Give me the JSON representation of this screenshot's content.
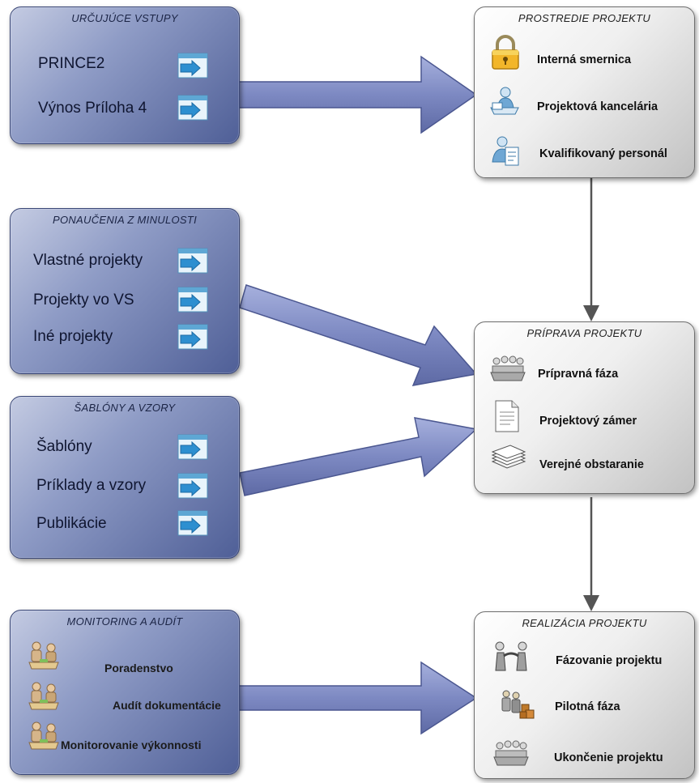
{
  "inputs": {
    "title": "URČUJÚCE VSTUPY",
    "items": [
      {
        "label": "PRINCE2",
        "icon": "link-arrow-icon"
      },
      {
        "label": "Výnos Príloha 4",
        "icon": "link-arrow-icon"
      }
    ]
  },
  "lessons": {
    "title": "PONAUČENIA Z MINULOSTI",
    "items": [
      {
        "label": "Vlastné projekty",
        "icon": "link-arrow-icon"
      },
      {
        "label": "Projekty vo VS",
        "icon": "link-arrow-icon"
      },
      {
        "label": "Iné projekty",
        "icon": "link-arrow-icon"
      }
    ]
  },
  "templates": {
    "title": "ŠABLÓNY A VZORY",
    "items": [
      {
        "label": "Šablóny",
        "icon": "link-arrow-icon"
      },
      {
        "label": "Príklady a vzory",
        "icon": "link-arrow-icon"
      },
      {
        "label": "Publikácie",
        "icon": "link-arrow-icon"
      }
    ]
  },
  "monitoring": {
    "title": "MONITORING A AUDÍT",
    "items": [
      {
        "label": "Poradenstvo",
        "icon": "meeting-icon"
      },
      {
        "label": "Audít dokumentácie",
        "icon": "meeting-icon"
      },
      {
        "label": "Monitorovanie výkonnosti",
        "icon": "meeting-icon"
      }
    ]
  },
  "environment": {
    "title": "PROSTREDIE PROJEKTU",
    "items": [
      {
        "label": "Interná smernica",
        "icon": "padlock-icon"
      },
      {
        "label": "Projektová kancelária",
        "icon": "office-worker-icon"
      },
      {
        "label": "Kvalifikovaný personál",
        "icon": "staff-badge-icon"
      }
    ]
  },
  "preparation": {
    "title": "PRÍPRAVA PROJEKTU",
    "items": [
      {
        "label": "Prípravná fáza",
        "icon": "meeting-table-icon"
      },
      {
        "label": "Projektový zámer",
        "icon": "document-icon"
      },
      {
        "label": "Verejné obstaranie",
        "icon": "paper-stack-icon"
      }
    ]
  },
  "realization": {
    "title": "REALIZÁCIA PROJEKTU",
    "items": [
      {
        "label": "Fázovanie projektu",
        "icon": "handshake-icon"
      },
      {
        "label": "Pilotná fáza",
        "icon": "people-boxes-icon"
      },
      {
        "label": "Ukončenie projektu",
        "icon": "meeting-table-icon"
      }
    ]
  },
  "colors": {
    "blue_box": "#6d7bb0",
    "arrow": "#7d89c2",
    "grey_box": "#e9e9e9",
    "connector": "#555555"
  }
}
